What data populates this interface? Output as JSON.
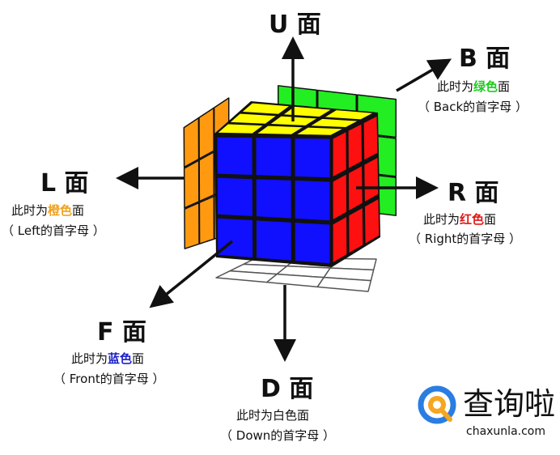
{
  "faces": {
    "U": {
      "title": "U 面"
    },
    "B": {
      "title": "B 面",
      "prefix": "此时为",
      "color_name": "绿色",
      "suffix": "面",
      "note": "（ Back的首字母 ）",
      "color": "#1ecb1e"
    },
    "L": {
      "title": "L 面",
      "prefix": "此时为",
      "color_name": "橙色",
      "suffix": "面",
      "note": "（ Left的首字母 ）",
      "color": "#f0a21e"
    },
    "R": {
      "title": "R 面",
      "prefix": "此时为",
      "color_name": "红色",
      "suffix": "面",
      "note": "（ Right的首字母 ）",
      "color": "#e01818"
    },
    "F": {
      "title": "F 面",
      "prefix": "此时为",
      "color_name": "蓝色",
      "suffix": "面",
      "note": "（ Front的首字母 ）",
      "color": "#1f23c8"
    },
    "D": {
      "title": "D 面",
      "prefix": "此时为",
      "color_name": "白色",
      "suffix": "面",
      "note": "（ Down的首字母 ）",
      "color": "#111111"
    }
  },
  "sticker_colors": {
    "up": "#ffff00",
    "front": "#1010ff",
    "right": "#ff1010",
    "back": "#22ee22",
    "left": "#ff9a10",
    "down": "#ffffff"
  },
  "logo": {
    "cn": "查询啦",
    "en": "chaxunla.com",
    "blue": "#2a7de1",
    "orange": "#f5a623"
  }
}
